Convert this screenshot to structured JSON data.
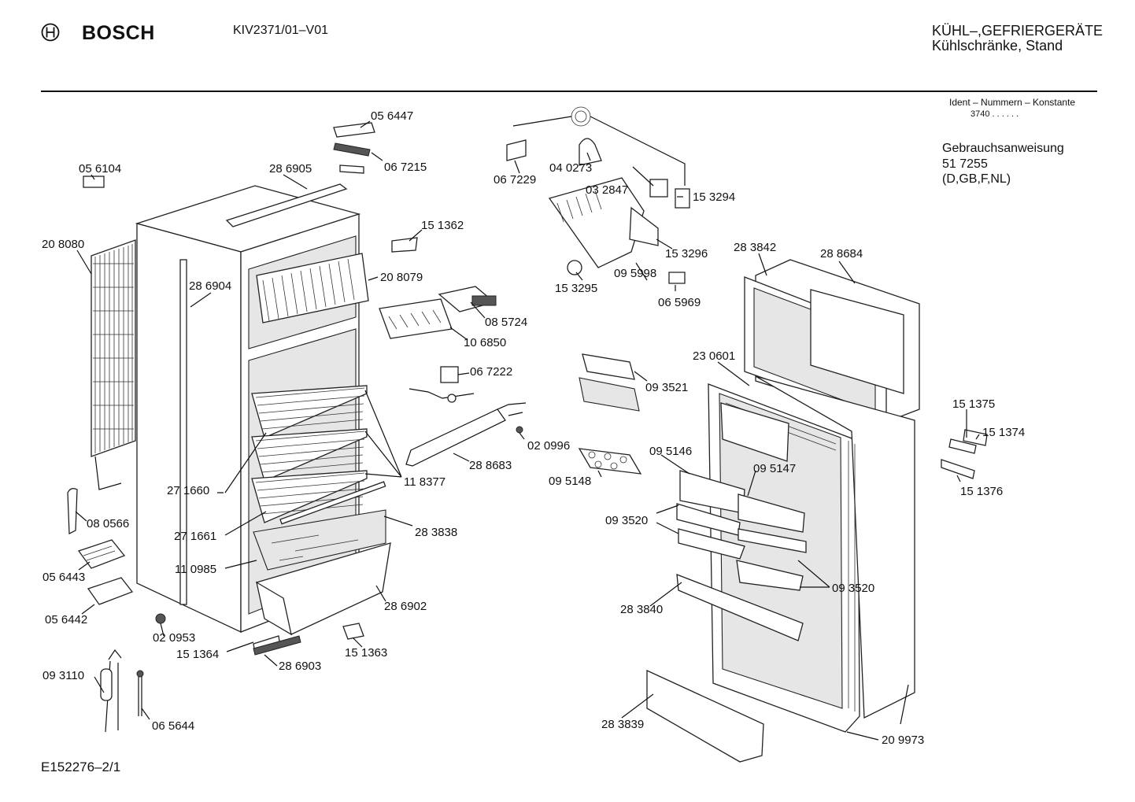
{
  "header": {
    "brand": "BOSCH",
    "model": "KIV2371/01–V01",
    "category_line1": "KÜHL–,GEFRIERGERÄTE",
    "category_line2": "Kühlschränke, Stand"
  },
  "info": {
    "ident_label": "Ident – Nummern – Konstante",
    "ident_value": "3740 . .   . . . .",
    "manual_label": "Gebrauchsanweisung",
    "manual_number": "51 7255",
    "manual_languages": "(D,GB,F,NL)"
  },
  "footer": {
    "code": "E152276–2/1"
  },
  "parts": [
    "05 6447",
    "06 7215",
    "05 6104",
    "28 6905",
    "20 8080",
    "28 6904",
    "15 1362",
    "20 8079",
    "08 5724",
    "10 6850",
    "06 7222",
    "27 1660",
    "11 8377",
    "28 8683",
    "02 0996",
    "27 1661",
    "28 3838",
    "11 0985",
    "08 0566",
    "05 6443",
    "05 6442",
    "02 0953",
    "28 6902",
    "15 1364",
    "15 1363",
    "28 6903",
    "09 3110",
    "06 5644",
    "06 7229",
    "04 0273",
    "03 2847",
    "15 3294",
    "15 3296",
    "15 3295",
    "09 5998",
    "06 5969",
    "28 3842",
    "28 8684",
    "23 0601",
    "09 3521",
    "09 5146",
    "09 5147",
    "09 5148",
    "09 3520",
    "09 3520",
    "28 3840",
    "28 3839",
    "20 9973",
    "15 1375",
    "15 1374",
    "15 1376"
  ]
}
